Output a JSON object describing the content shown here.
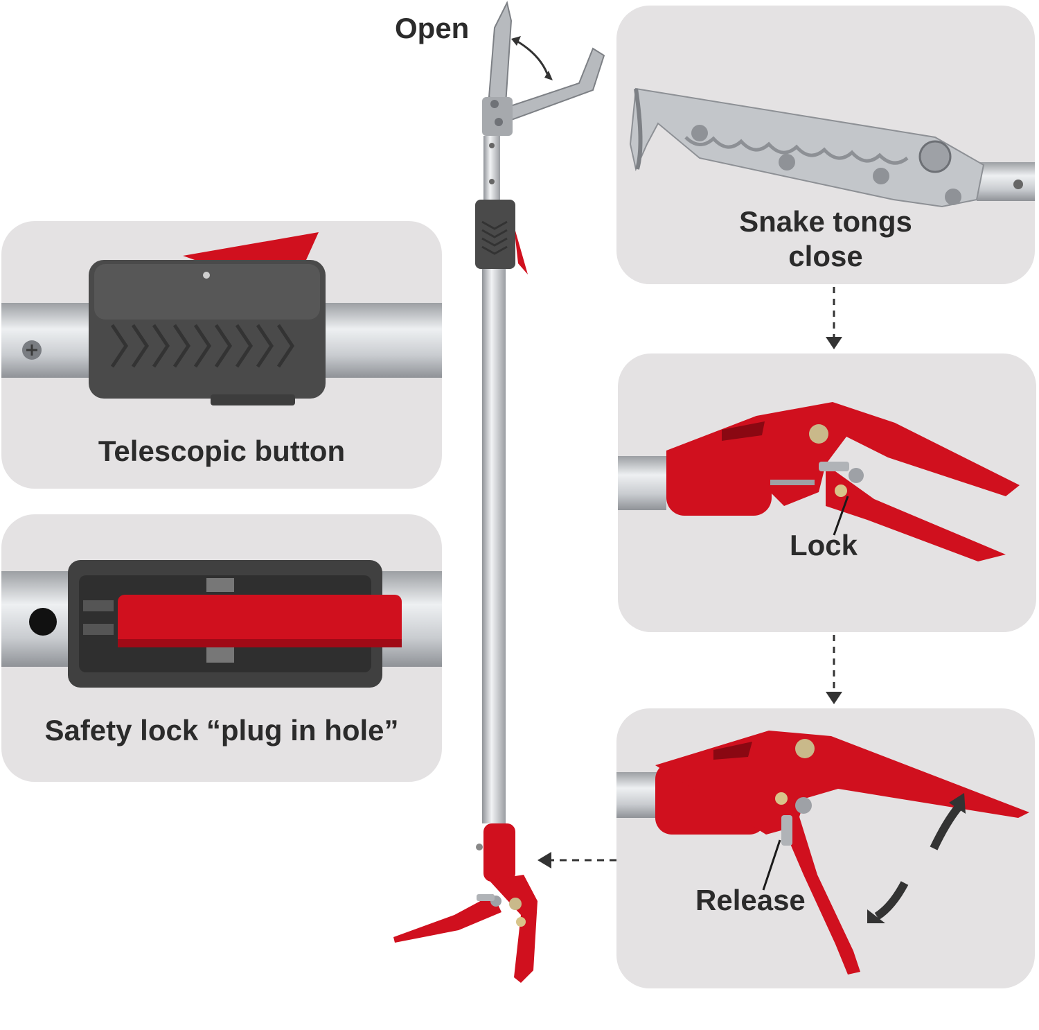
{
  "labels": {
    "open": "Open",
    "telescopic": "Telescopic button",
    "safety": "Safety lock “plug in hole”",
    "snake_close_line1": "Snake tongs",
    "snake_close_line2": "close",
    "lock": "Lock",
    "release": "Release"
  },
  "colors": {
    "panel": "#e4e2e3",
    "red": "#d0101e",
    "dark_gray": "#4a4a4a",
    "text": "#2b2b2b"
  }
}
